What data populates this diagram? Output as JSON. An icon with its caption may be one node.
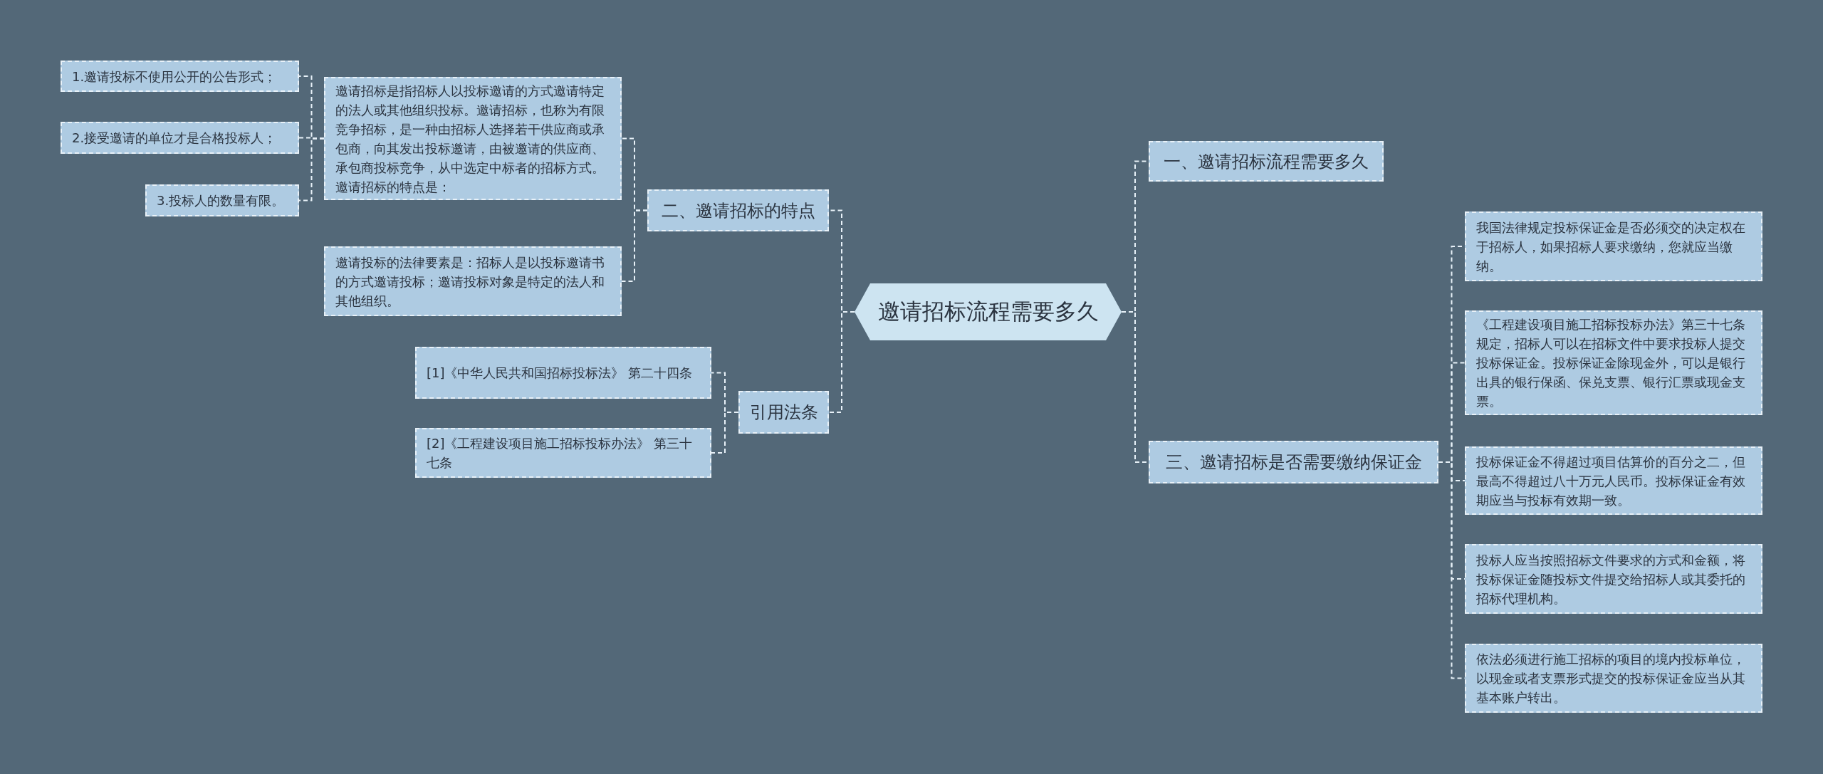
{
  "diagram": {
    "nodes": [
      {
        "text": [
          "邀请招标流程需要多久"
        ]
      },
      {
        "text": [
          "二、邀请招标的特点"
        ]
      },
      {
        "text": [
          "邀请招标是指招标人以投标邀请的方式邀请特定的法人或其他组织投标。邀请招标，也称为有限竞争招标，是一种由招标人选择若干供应商或承包商，向其发出投标邀请，由被邀请的供应商、承包商投标竞争，从中选定中标者的招标方式。邀请招标的特点是："
        ]
      },
      {
        "text": [
          "1.邀请投标不使用公开的公告形式；"
        ]
      },
      {
        "text": [
          "2.接受邀请的单位才是合格投标人；"
        ]
      },
      {
        "text": [
          "3.投标人的数量有限。"
        ]
      },
      {
        "text": [
          "邀请投标的法律要素是：招标人是以投标邀请书的方式邀请投标；邀请投标对象是特定的法人和其他组织。"
        ]
      },
      {
        "text": [
          "引用法条"
        ]
      },
      {
        "text": [
          "[1]《中华人民共和国招标投标法》 第二十四条"
        ]
      },
      {
        "text": [
          "[2]《工程建设项目施工招标投标办法》 第三十七条"
        ]
      },
      {
        "text": [
          "一、邀请招标流程需要多久"
        ]
      },
      {
        "text": [
          "三、邀请招标是否需要缴纳保证金"
        ]
      },
      {
        "text": [
          "我国法律规定投标保证金是否必须交的决定权在于招标人，如果招标人要求缴纳，您就应当缴纳。"
        ]
      },
      {
        "text": [
          "《工程建设项目施工招标投标办法》第三十七条规定，招标人可以在招标文件中要求投标人提交投标保证金。投标保证金除现金外，可以是银行出具的银行保函、保兑支票、银行汇票或现金支票。"
        ]
      },
      {
        "text": [
          "投标保证金不得超过项目估算价的百分之二，但最高不得超过八十万元人民币。投标保证金有效期应当与投标有效期一致。"
        ]
      },
      {
        "text": [
          "投标人应当按照招标文件要求的方式和金额，将投标保证金随投标文件提交给招标人或其委托的招标代理机构。"
        ]
      },
      {
        "text": [
          "依法必须进行施工招标的项目的境内投标单位，以现金或者支票形式提交的投标保证金应当从其基本账户转出。"
        ]
      }
    ],
    "edges": [
      {
        "from": 0,
        "to": 1,
        "arrow": "none"
      },
      {
        "from": 0,
        "to": 7,
        "arrow": "none"
      },
      {
        "from": 0,
        "to": 10,
        "arrow": "none"
      },
      {
        "from": 0,
        "to": 11,
        "arrow": "none"
      },
      {
        "from": 1,
        "to": 2,
        "arrow": "none"
      },
      {
        "from": 1,
        "to": 6,
        "arrow": "none"
      },
      {
        "from": 2,
        "to": 3,
        "arrow": "none"
      },
      {
        "from": 2,
        "to": 4,
        "arrow": "none"
      },
      {
        "from": 2,
        "to": 5,
        "arrow": "none"
      },
      {
        "from": 7,
        "to": 8,
        "arrow": "none"
      },
      {
        "from": 7,
        "to": 9,
        "arrow": "none"
      },
      {
        "from": 11,
        "to": 12,
        "arrow": "none"
      },
      {
        "from": 11,
        "to": 13,
        "arrow": "none"
      },
      {
        "from": 11,
        "to": 14,
        "arrow": "none"
      },
      {
        "from": 11,
        "to": 15,
        "arrow": "none"
      },
      {
        "from": 11,
        "to": 16,
        "arrow": "none"
      }
    ]
  }
}
